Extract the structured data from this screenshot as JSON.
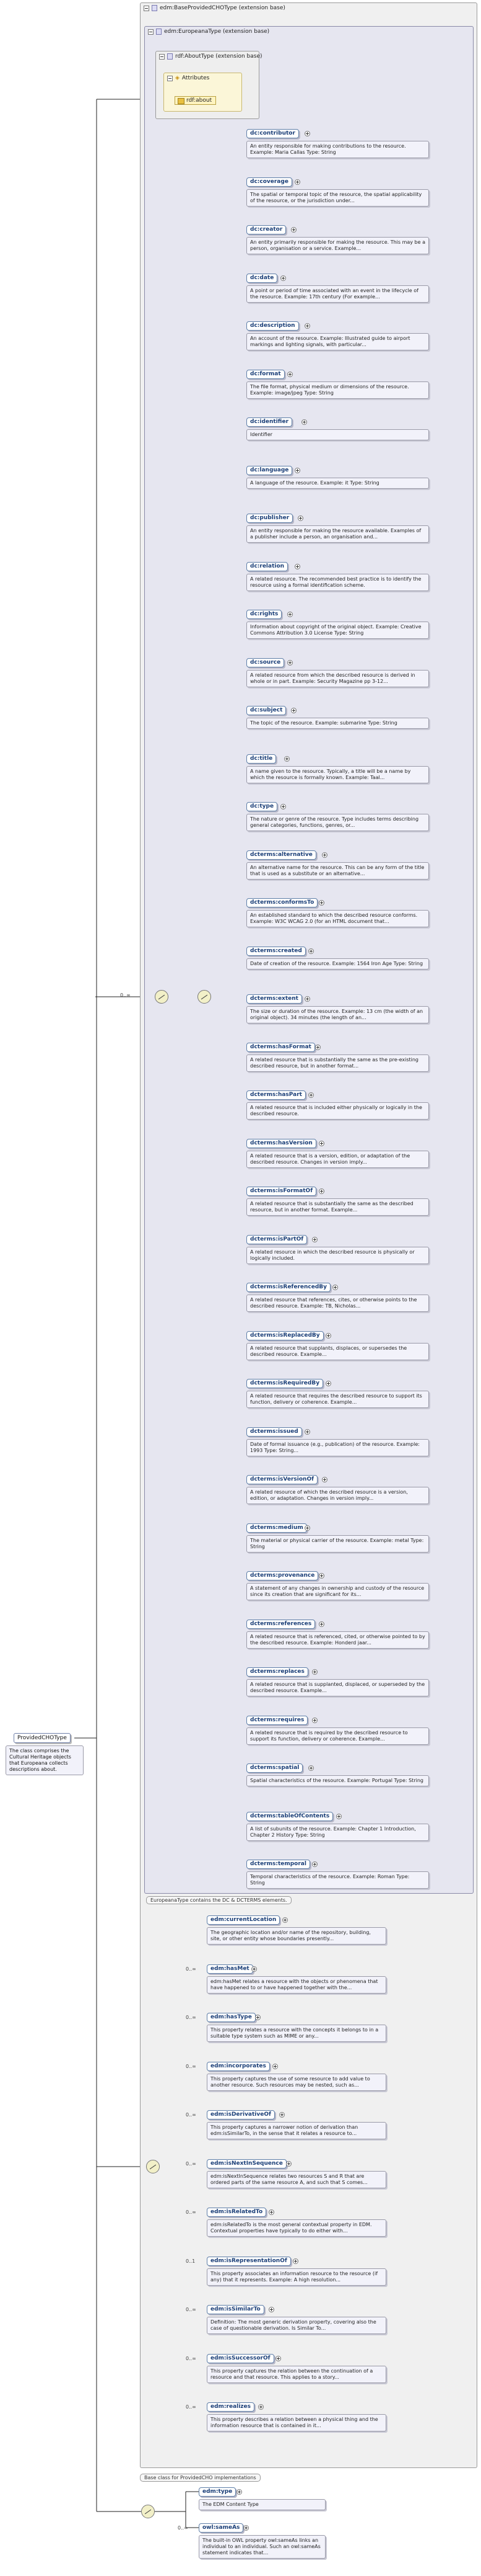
{
  "root": {
    "name": "ProvidedCHOType",
    "description": "The class comprises the Cultural Heritage objects that Europeana collects descriptions about."
  },
  "outer_box": {
    "title": "edm:BaseProvidedCHOType (extension base)"
  },
  "inner_box": {
    "title": "edm:EuropeanaType (extension base)"
  },
  "about_box": {
    "title": "rdf:AboutType (extension base)",
    "attributes_label": "Attributes",
    "attribute": "rdf:about"
  },
  "dc_elements": [
    {
      "name": "dc:contributor",
      "desc": "An entity responsible for making contributions to the resource. Example: Maria Callas Type: String"
    },
    {
      "name": "dc:coverage",
      "desc": "The spatial or temporal topic of the resource, the spatial applicability of the resource, or the jurisdiction under..."
    },
    {
      "name": "dc:creator",
      "desc": "An entity primarily responsible for making the resource. This may be a person, organisation or a service. Example..."
    },
    {
      "name": "dc:date",
      "desc": "A point or period of time associated with an event in the lifecycle of the resource. Example: 17th century (For example..."
    },
    {
      "name": "dc:description",
      "desc": "An account of the resource. Example: Illustrated guide to airport markings and lighting signals, with particular..."
    },
    {
      "name": "dc:format",
      "desc": "The file format, physical medium or dimensions of the resource. Example: image/jpeg Type: String"
    },
    {
      "name": "dc:identifier",
      "desc": "Identifier"
    },
    {
      "name": "dc:language",
      "desc": "A language of the resource. Example: it Type: String"
    },
    {
      "name": "dc:publisher",
      "desc": "An entity responsible for making the resource available. Examples of a publisher include a person, an organisation and..."
    },
    {
      "name": "dc:relation",
      "desc": "A related resource. The recommended best practice is to identify the resource using a formal identification scheme."
    },
    {
      "name": "dc:rights",
      "desc": "Information about copyright of the original object. Example: Creative Commons Attribution 3.0 License Type: String"
    },
    {
      "name": "dc:source",
      "desc": "A related resource from which the described resource is derived in whole or in part. Example: Security Magazine pp 3-12..."
    },
    {
      "name": "dc:subject",
      "desc": "The topic of the resource. Example: submarine Type: String"
    },
    {
      "name": "dc:title",
      "desc": "A name given to the resource. Typically, a title will be a name by which the resource is formally known. Example: Taal..."
    },
    {
      "name": "dc:type",
      "desc": "The nature or genre of the resource. Type includes terms describing general categories, functions, genres, or..."
    },
    {
      "name": "dcterms:alternative",
      "desc": "An alternative name for the resource. This can be any form of the title that is used as a substitute or an alternative..."
    },
    {
      "name": "dcterms:conformsTo",
      "desc": "An established standard to which the described resource conforms. Example: W3C WCAG 2.0 (for an HTML document that..."
    },
    {
      "name": "dcterms:created",
      "desc": "Date of creation of the resource. Example: 1564 Iron Age Type: String"
    },
    {
      "name": "dcterms:extent",
      "desc": "The size or duration of the resource. Example: 13 cm (the width of an original object). 34 minutes (the length of an..."
    },
    {
      "name": "dcterms:hasFormat",
      "desc": "A related resource that is substantially the same as the pre-existing described resource, but in another format..."
    },
    {
      "name": "dcterms:hasPart",
      "desc": "A related resource that is included either physically or logically in the described resource."
    },
    {
      "name": "dcterms:hasVersion",
      "desc": "A related resource that is a version, edition, or adaptation of the described resource. Changes in version imply..."
    },
    {
      "name": "dcterms:isFormatOf",
      "desc": "A related resource that is substantially the same as the described resource, but in another format. Example..."
    },
    {
      "name": "dcterms:isPartOf",
      "desc": "A related resource in which the described resource is physically or logically included."
    },
    {
      "name": "dcterms:isReferencedBy",
      "desc": "A related resource that references, cites, or otherwise points to the described resource. Example: TB, Nicholas..."
    },
    {
      "name": "dcterms:isReplacedBy",
      "desc": "A related resource that supplants, displaces, or supersedes the described resource. Example..."
    },
    {
      "name": "dcterms:isRequiredBy",
      "desc": "A related resource that requires the described resource to support its function, delivery or coherence. Example..."
    },
    {
      "name": "dcterms:issued",
      "desc": "Date of formal issuance (e.g., publication) of the resource. Example: 1993 Type: String..."
    },
    {
      "name": "dcterms:isVersionOf",
      "desc": "A related resource of which the described resource is a version, edition, or adaptation. Changes in version imply..."
    },
    {
      "name": "dcterms:medium",
      "desc": "The material or physical carrier of the resource. Example: metal Type: String"
    },
    {
      "name": "dcterms:provenance",
      "desc": "A statement of any changes in ownership and custody of the resource since its creation that are significant for its..."
    },
    {
      "name": "dcterms:references",
      "desc": "A related resource that is referenced, cited, or otherwise pointed to by the described resource. Example: Honderd jaar..."
    },
    {
      "name": "dcterms:replaces",
      "desc": "A related resource that is supplanted, displaced, or superseded by the described resource. Example..."
    },
    {
      "name": "dcterms:requires",
      "desc": "A related resource that is required by the described resource to support its function, delivery or coherence. Example..."
    },
    {
      "name": "dcterms:spatial",
      "desc": "Spatial characteristics of the resource. Example: Portugal Type: String"
    },
    {
      "name": "dcterms:tableOfContents",
      "desc": "A list of subunits of the resource. Example: Chapter 1 Introduction, Chapter 2 History Type: String"
    },
    {
      "name": "dcterms:temporal",
      "desc": "Temporal characteristics of the resource. Example: Roman Type: String"
    }
  ],
  "dc_occurrence": "0..∞",
  "europeana_note": "EuropeanaType contains the DC & DCTERMS elements.",
  "edm_elements": [
    {
      "name": "edm:currentLocation",
      "occ": "",
      "desc": "The geographic location and/or name of the repository, building, site, or other entity whose boundaries presently..."
    },
    {
      "name": "edm:hasMet",
      "occ": "0..∞",
      "desc": "edm:hasMet relates a resource with the objects or phenomena that have happened to or have happened together with the..."
    },
    {
      "name": "edm:hasType",
      "occ": "0..∞",
      "desc": "This property relates a resource with the concepts it belongs to in a suitable type system such as MIME or any..."
    },
    {
      "name": "edm:incorporates",
      "occ": "0..∞",
      "desc": "This property captures the use of some resource to add value to another resource. Such resources may be nested, such as..."
    },
    {
      "name": "edm:isDerivativeOf",
      "occ": "0..∞",
      "desc": "This property captures a narrower notion of derivation than edm:isSimilarTo, in the sense that it relates a resource to..."
    },
    {
      "name": "edm:isNextInSequence",
      "occ": "0..∞",
      "desc": "edm:isNextInSequence relates two resources S and R that are ordered parts of the same resource A, and such that S comes..."
    },
    {
      "name": "edm:isRelatedTo",
      "occ": "0..∞",
      "desc": "edm:isRelatedTo is the most general contextual property in EDM. Contextual properties have typically to do either with..."
    },
    {
      "name": "edm:isRepresentationOf",
      "occ": "0..1",
      "desc": "This property associates an information resource to the resource (if any) that it represents. Example: A high resolution..."
    },
    {
      "name": "edm:isSimilarTo",
      "occ": "0..∞",
      "desc": "Definition: The most generic derivation property, covering also the case of questionable derivation. Is Similar To..."
    },
    {
      "name": "edm:isSuccessorOf",
      "occ": "0..∞",
      "desc": "This property captures the relation between the continuation of a resource and that resource. This applies to a story..."
    },
    {
      "name": "edm:realizes",
      "occ": "0..∞",
      "desc": "This property describes a relation between a physical thing and the information resource that is contained in it..."
    }
  ],
  "base_note": "Base class for ProvidedCHO implementations",
  "bottom_elements": [
    {
      "name": "edm:type",
      "occ": "",
      "desc": "The EDM Content Type"
    },
    {
      "name": "owl:sameAs",
      "occ": "0..∞",
      "desc": "The built-in OWL property owl:sameAs links an individual to an individual. Such an owl:sameAs statement indicates that..."
    }
  ]
}
